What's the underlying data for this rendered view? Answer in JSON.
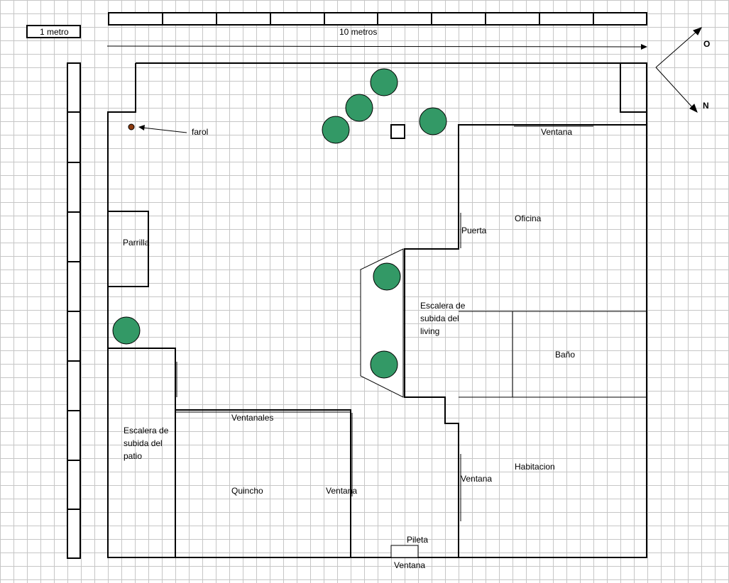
{
  "scale": {
    "one_meter": "1 metro",
    "ten_meters": "10 metros"
  },
  "compass": {
    "west": "O",
    "north": "N"
  },
  "labels": {
    "lamp": "farol",
    "grill": "Parrilla",
    "office": "Oficina",
    "office_window": "Ventana",
    "office_door": "Puerta",
    "living_stairs": "Escalera de subida del living",
    "bathroom": "Baño",
    "patio_stairs": "Escalera de subida del patio",
    "quincho_windows": "Ventanales",
    "quincho": "Quincho",
    "quincho_window": "Ventana",
    "bedroom": "Habitacion",
    "bedroom_window": "Ventana",
    "pool": "Pileta",
    "bottom_window": "Ventana"
  },
  "colors": {
    "tree": "#339966",
    "lamp": "#8b3a0f",
    "wall": "#000000"
  }
}
